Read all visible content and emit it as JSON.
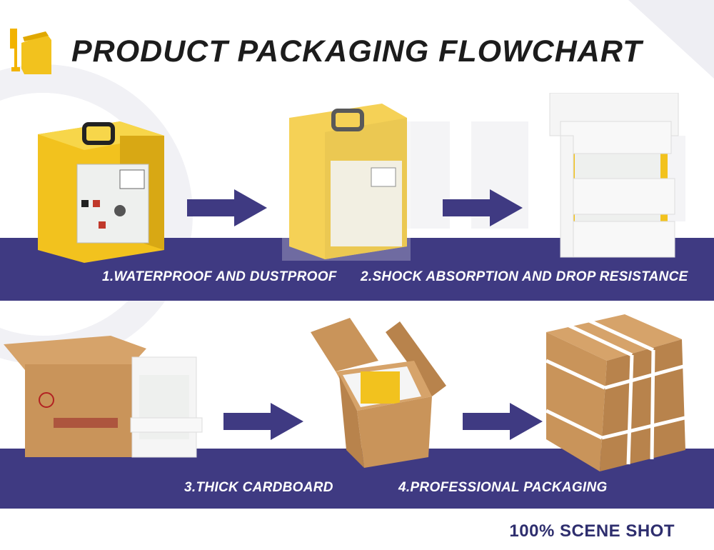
{
  "header": {
    "title": "PRODUCT PACKAGING FLOWCHART"
  },
  "steps": [
    {
      "label": "1.WATERPROOF AND DUSTPROOF"
    },
    {
      "label": "2.SHOCK ABSORPTION AND DROP RESISTANCE"
    },
    {
      "label": "3.THICK CARDBOARD"
    },
    {
      "label": "4.PROFESSIONAL  PACKAGING"
    }
  ],
  "footer": {
    "text": "100% SCENE SHOT"
  },
  "colors": {
    "band": "#3f3a82",
    "arrow": "#3f3a82",
    "machine_yellow": "#f2c21e",
    "foam": "#f4f4f4",
    "cardboard": "#c9945a"
  }
}
